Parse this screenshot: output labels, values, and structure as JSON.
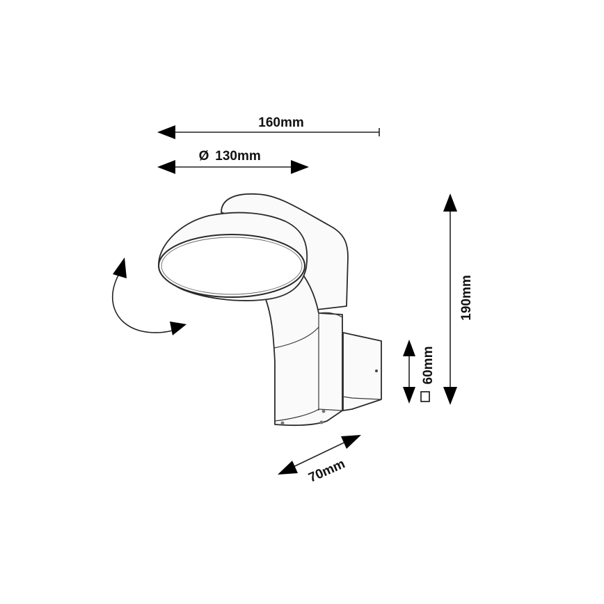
{
  "drawing": {
    "subject": "outdoor wall lamp with tilting round head",
    "line_color": "#222222",
    "background": "#ffffff"
  },
  "dimensions": {
    "overall_width": {
      "label": "160mm",
      "value": 160,
      "unit": "mm"
    },
    "head_diameter": {
      "symbol": "Ø",
      "label": "130mm",
      "value": 130,
      "unit": "mm"
    },
    "height": {
      "label": "190mm",
      "value": 190,
      "unit": "mm"
    },
    "mount_plate": {
      "symbol": "□",
      "label": "60mm",
      "value": 60,
      "unit": "mm"
    },
    "depth": {
      "label": "70mm",
      "value": 70,
      "unit": "mm"
    }
  },
  "annotations": {
    "rotation_arrow": "head tilt / rotation indicator"
  }
}
